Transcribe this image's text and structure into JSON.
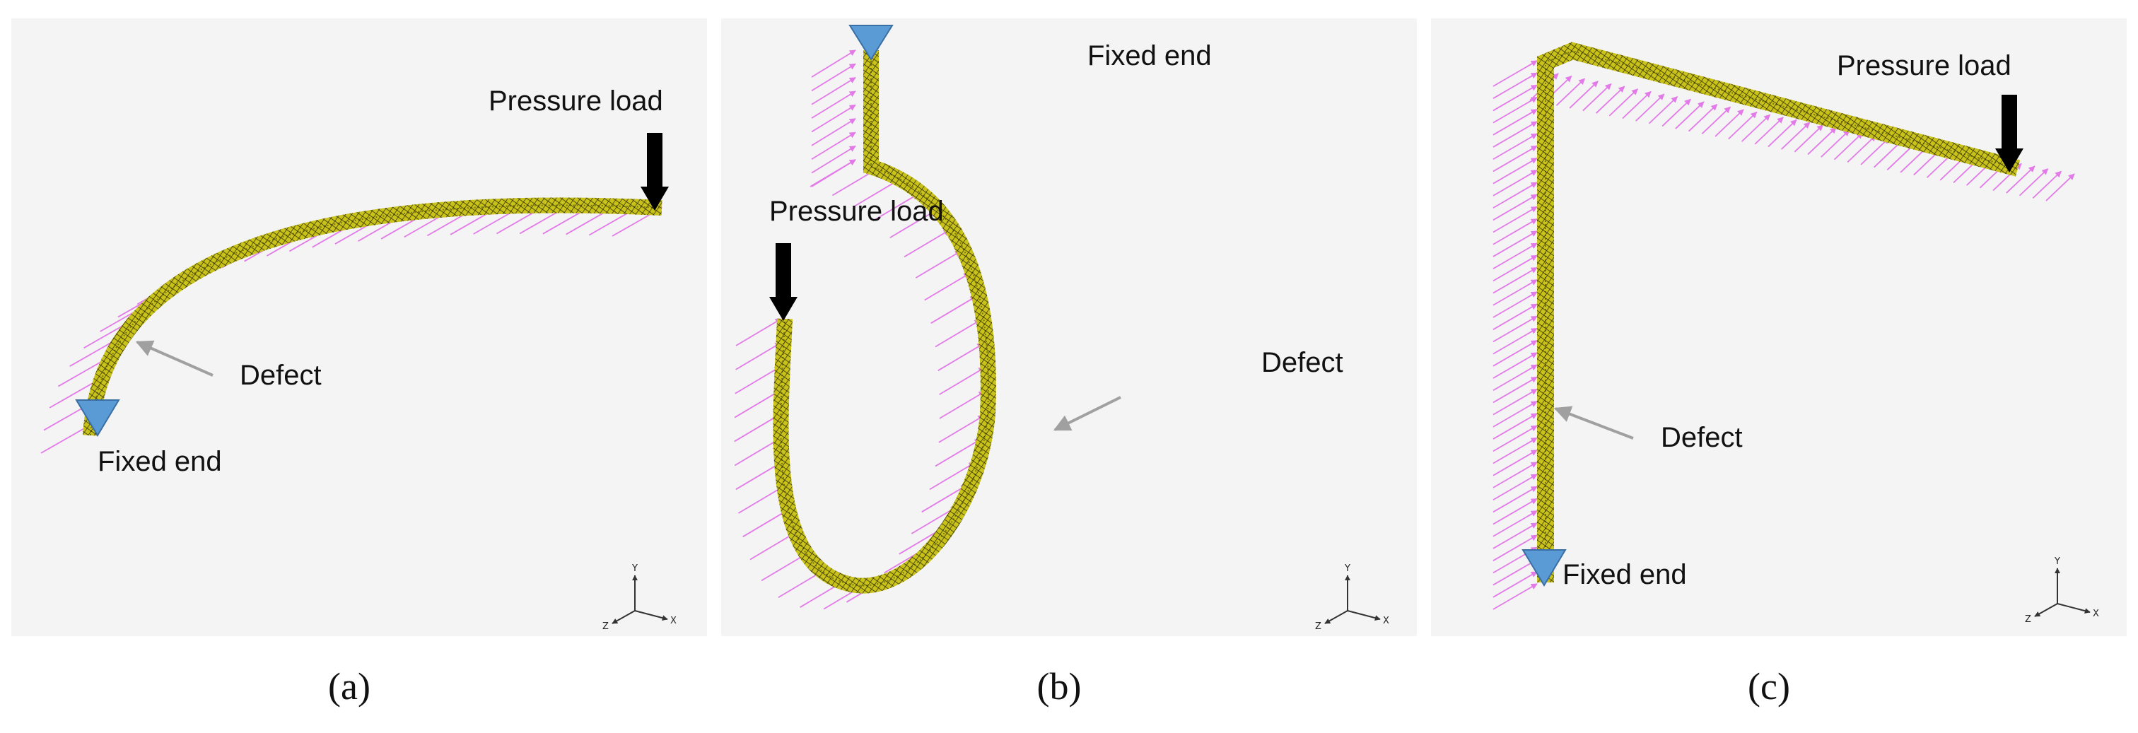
{
  "colors": {
    "panel_background": "#f4f4f4",
    "beam_fill": "#c9c21a",
    "beam_mesh": "#2a2a00",
    "pressure_arrows": "#e27ae8",
    "load_arrow": "#000000",
    "defect_pointer": "#a0a0a0",
    "support_triangle": "#5b9bd5"
  },
  "icons": [
    "fixed-support-triangle",
    "load-arrow",
    "defect-pointer",
    "coordinate-triad"
  ],
  "panels": [
    {
      "caption": "(a)",
      "labels": {
        "load": "Pressure load",
        "defect": "Defect",
        "fixed": "Fixed end"
      },
      "axes": {
        "x": "X",
        "y": "Y",
        "z": "Z"
      }
    },
    {
      "caption": "(b)",
      "labels": {
        "load": "Pressure load",
        "defect": "Defect",
        "fixed": "Fixed end"
      },
      "axes": {
        "x": "X",
        "y": "Y",
        "z": "Z"
      }
    },
    {
      "caption": "(c)",
      "labels": {
        "load": "Pressure load",
        "defect": "Defect",
        "fixed": "Fixed end"
      },
      "axes": {
        "x": "X",
        "y": "Y",
        "z": "Z"
      }
    }
  ]
}
